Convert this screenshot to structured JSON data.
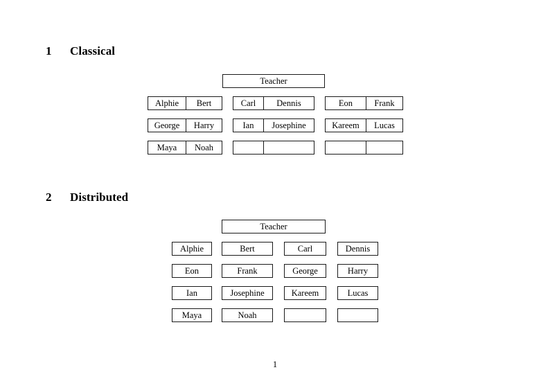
{
  "document": {
    "page_number": "1",
    "sections": [
      {
        "number": "1",
        "title": "Classical",
        "root": {
          "label": "Teacher"
        },
        "groups": [
          {
            "name": "left-group",
            "rows": [
              {
                "left": "Alphie",
                "right": "Bert"
              },
              {
                "left": "George",
                "right": "Harry"
              },
              {
                "left": "Maya",
                "right": "Noah"
              }
            ]
          },
          {
            "name": "middle-group",
            "rows": [
              {
                "left": "Carl",
                "right": "Dennis"
              },
              {
                "left": "Ian",
                "right": "Josephine"
              },
              {
                "left": "",
                "right": ""
              }
            ]
          },
          {
            "name": "right-group",
            "rows": [
              {
                "left": "Eon",
                "right": "Frank"
              },
              {
                "left": "Kareem",
                "right": "Lucas"
              },
              {
                "left": "",
                "right": ""
              }
            ]
          }
        ]
      },
      {
        "number": "2",
        "title": "Distributed",
        "root": {
          "label": "Teacher"
        },
        "grid": {
          "rows": [
            [
              "Alphie",
              "Bert",
              "Carl",
              "Dennis"
            ],
            [
              "Eon",
              "Frank",
              "George",
              "Harry"
            ],
            [
              "Ian",
              "Josephine",
              "Kareem",
              "Lucas"
            ],
            [
              "Maya",
              "Noah",
              "",
              ""
            ]
          ]
        }
      }
    ]
  }
}
